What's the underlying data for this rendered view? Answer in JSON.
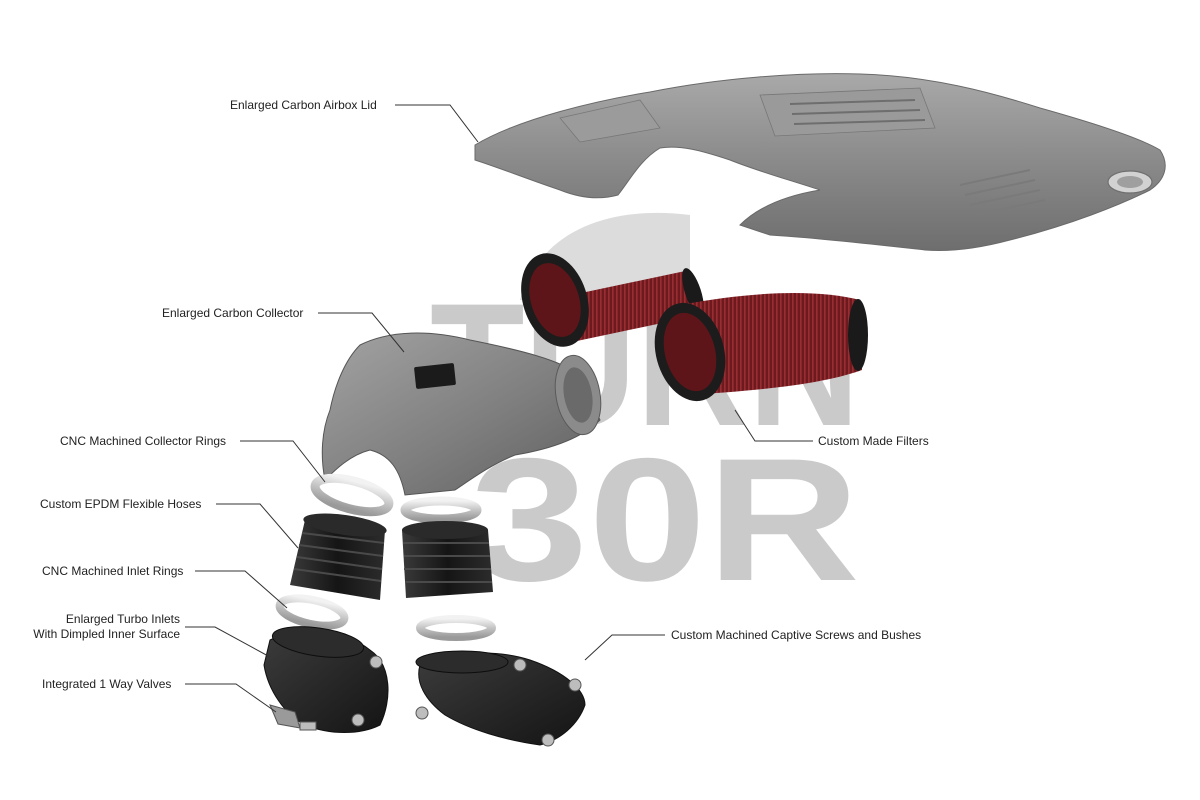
{
  "watermark": {
    "top": "TURN",
    "bottom": "30R"
  },
  "labels": {
    "airbox_lid": "Enlarged Carbon Airbox Lid",
    "collector": "Enlarged Carbon Collector",
    "collector_rings": "CNC Machined Collector Rings",
    "flexible_hoses": "Custom EPDM Flexible Hoses",
    "inlet_rings": "CNC Machined Inlet Rings",
    "turbo_inlets_line1": "Enlarged Turbo Inlets",
    "turbo_inlets_line2": "With Dimpled Inner Surface",
    "one_way_valves": "Integrated 1 Way Valves",
    "filters": "Custom Made Filters",
    "screws_bushes": "Custom Machined Captive Screws and Bushes"
  },
  "colors": {
    "carbon_grey": "#8e8e8e",
    "carbon_dark": "#6f6f6f",
    "filter_red": "#7a1f24",
    "rubber_black": "#1e1e1e",
    "metal_ring": "#d6d6d6",
    "watermark": "#b9b9b9"
  }
}
